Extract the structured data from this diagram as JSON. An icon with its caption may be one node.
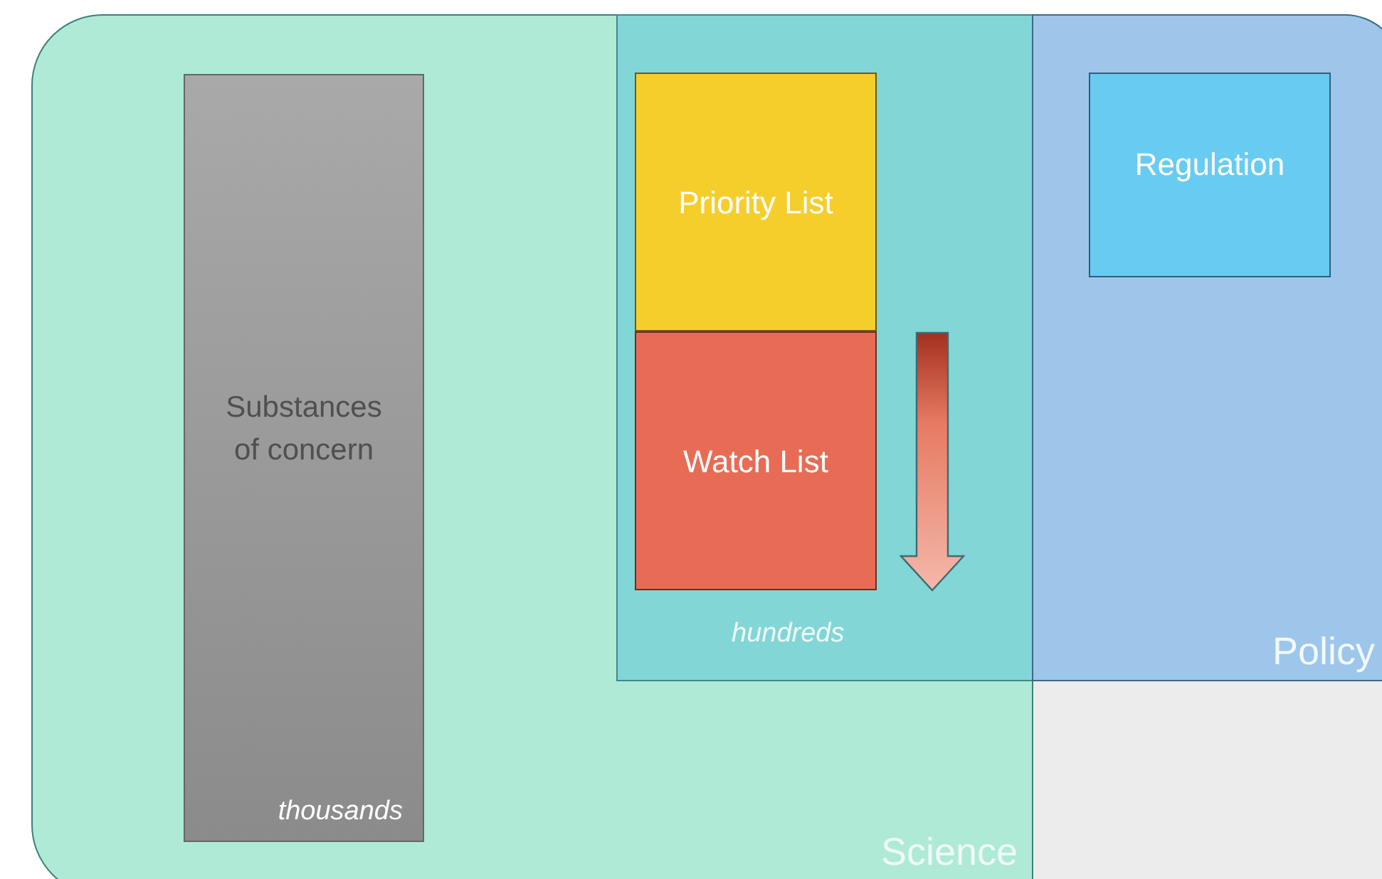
{
  "diagram": {
    "nodes": [
      {
        "text": [
          "Science"
        ]
      },
      {
        "text": [
          "Substances of concern",
          "thousands"
        ],
        "in": 0
      },
      {
        "text": [],
        "shape": "box",
        "in": 0
      },
      {
        "text": [
          "Priority List"
        ],
        "in": 2
      },
      {
        "text": [
          "Watch List"
        ],
        "in": 2
      },
      {
        "text": [
          "Policy"
        ]
      },
      {
        "text": [
          "Regulation"
        ],
        "in": 5
      }
    ],
    "edges": [],
    "labels": [
      "hundreds"
    ]
  }
}
